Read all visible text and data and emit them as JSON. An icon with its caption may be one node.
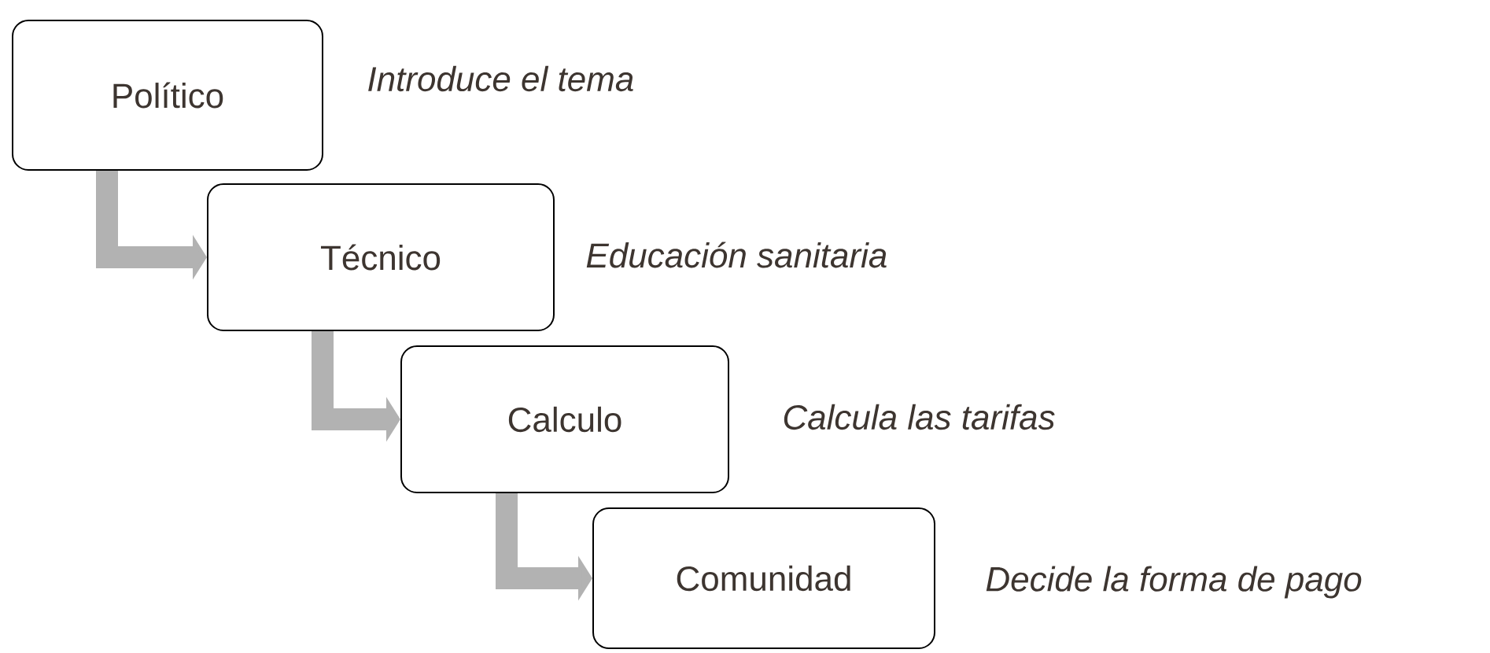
{
  "diagram": {
    "nodes": [
      {
        "text": [
          "Político"
        ],
        "beside": [
          "Introduce el tema"
        ]
      },
      {
        "text": [
          "Técnico"
        ],
        "beside": [
          "Educación sanitaria"
        ]
      },
      {
        "text": [
          "Calculo"
        ],
        "beside": [
          "Calcula las tarifas"
        ]
      },
      {
        "text": [
          "Comunidad"
        ],
        "beside": [
          "Decide la forma de pago"
        ]
      }
    ],
    "edges": [
      {
        "from": 0,
        "to": 1,
        "arrow": "to"
      },
      {
        "from": 1,
        "to": 2,
        "arrow": "to"
      },
      {
        "from": 2,
        "to": 3,
        "arrow": "to"
      }
    ]
  }
}
